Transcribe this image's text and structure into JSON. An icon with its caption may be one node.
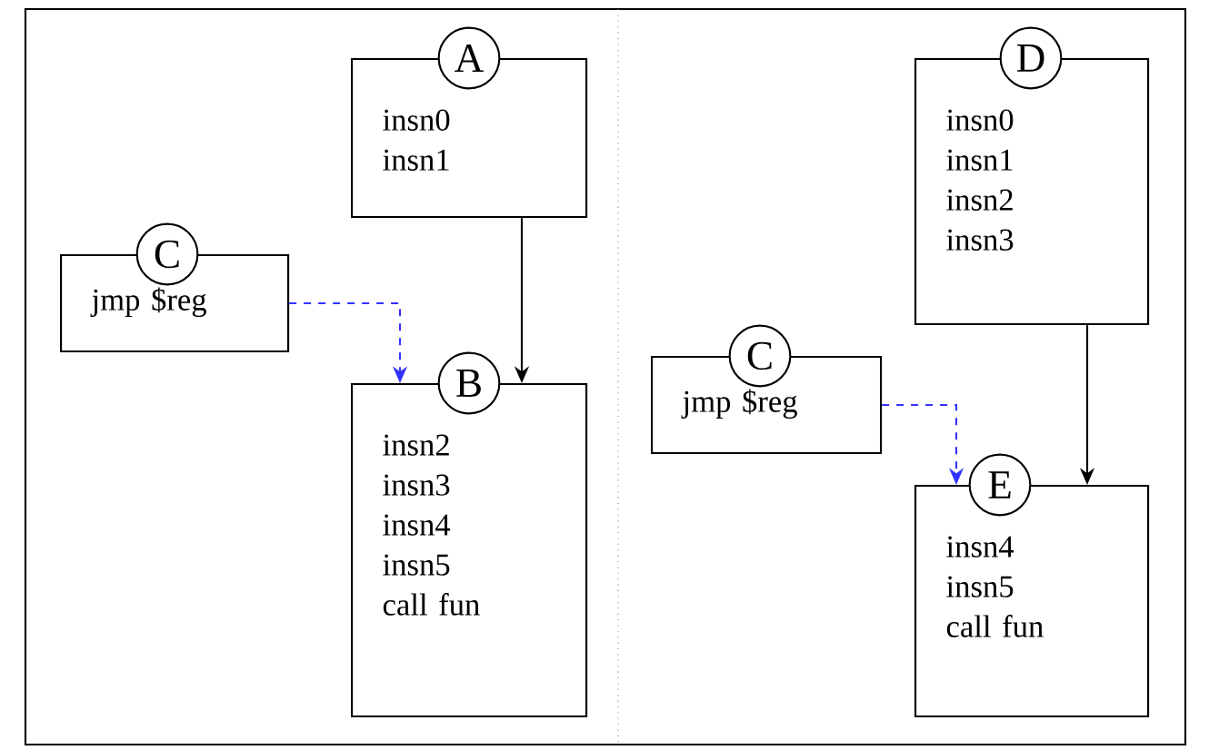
{
  "diagram": {
    "nodes": [
      {
        "text": [
          "A",
          "insn0 insn1"
        ]
      },
      {
        "text": [
          "C",
          "jmp $reg"
        ]
      },
      {
        "text": [
          "B",
          "insn2 insn3 insn4 insn5 call fun"
        ]
      },
      {
        "text": [
          "D",
          "insn0 insn1 insn2 insn3"
        ]
      },
      {
        "text": [
          "C",
          "jmp $reg"
        ]
      },
      {
        "text": [
          "E",
          "insn4 insn5 call fun"
        ]
      }
    ],
    "edges": [
      {
        "from": 0,
        "to": 2,
        "arrow": "to"
      },
      {
        "from": 1,
        "to": 2,
        "arrow": "to",
        "style": "dashed",
        "color": "#3333ff"
      },
      {
        "from": 3,
        "to": 5,
        "arrow": "to"
      },
      {
        "from": 4,
        "to": 5,
        "arrow": "to",
        "style": "dashed",
        "color": "#3333ff"
      }
    ]
  }
}
